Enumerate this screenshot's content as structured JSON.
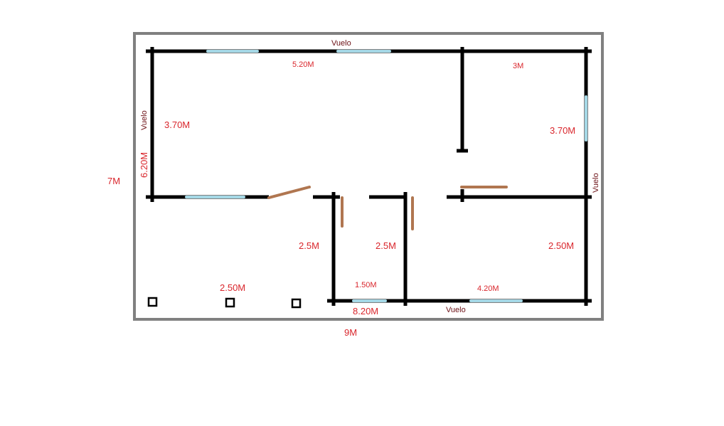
{
  "labels": {
    "vuelo_top": "Vuelo",
    "vuelo_left": "Vuelo",
    "vuelo_right": "Vuelo",
    "vuelo_bottom": "Vuelo",
    "dim_top_520": "5.20M",
    "dim_top_3": "3M",
    "dim_left_370": "3.70M",
    "dim_right_370": "3.70M",
    "dim_left_620": "6.20M",
    "dim_outer_7": "7M",
    "dim_25_a": "2.5M",
    "dim_25_b": "2.5M",
    "dim_250_right": "2.50M",
    "dim_250_porch": "2.50M",
    "dim_150": "1.50M",
    "dim_420": "4.20M",
    "dim_820": "8.20M",
    "dim_outer_9": "9M"
  },
  "colors": {
    "wall": "#000000",
    "window": "#a5d8e6",
    "door": "#b07650",
    "border": "#808080",
    "text_red": "#d9262c",
    "text_dark": "#6b0f14"
  }
}
